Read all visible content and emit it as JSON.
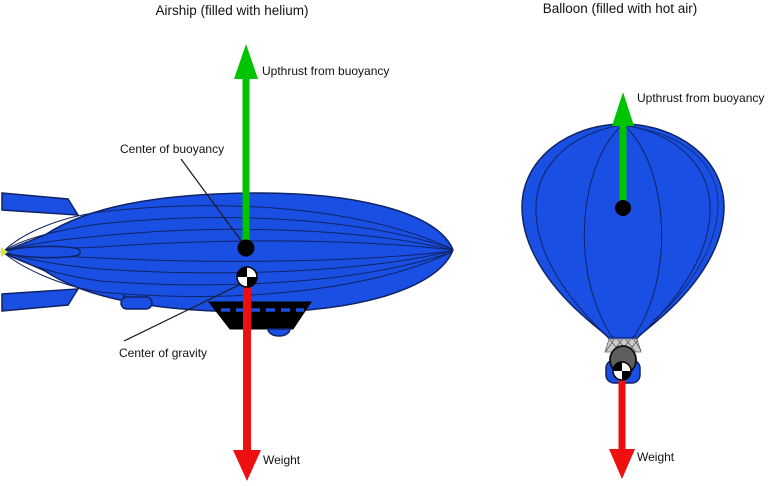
{
  "titles": {
    "airship": "Airship (filled with helium)",
    "balloon": "Balloon (filled with hot air)"
  },
  "airship": {
    "upthrust_label": "Upthrust from buoyancy",
    "center_of_buoyancy_label": "Center of buoyancy",
    "center_of_gravity_label": "Center of gravity",
    "weight_label": "Weight"
  },
  "balloon": {
    "upthrust_label": "Upthrust from buoyancy",
    "weight_label": "Weight"
  },
  "colors": {
    "envelope_blue": "#1a4fe4",
    "outline_navy": "#102465",
    "upthrust_green": "#00c400",
    "weight_red": "#ee1010",
    "marker_black": "#000000",
    "basket_gray": "#5e5e5e",
    "netting_gray": "#cccccc",
    "tail_accent_yellow": "#d9e63b",
    "text_black": "#111111"
  }
}
